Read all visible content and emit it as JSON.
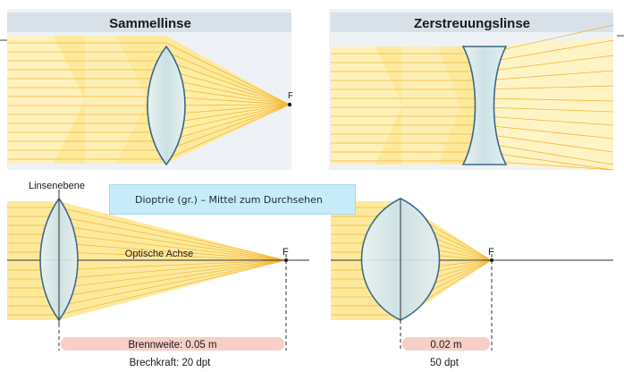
{
  "panels": {
    "converging": {
      "title": "Sammellinse",
      "focus_label": "F"
    },
    "diverging": {
      "title": "Zerstreuungslinse"
    },
    "lens_plane": {
      "label": "Linsenebene",
      "axis_label": "Optische Achse",
      "focus_label": "F",
      "focal_length": "Brennweite: 0.05 m",
      "power": "Brechkraft: 20 dpt"
    },
    "thick_lens": {
      "focus_label": "F",
      "focal_length": "0.02 m",
      "power": "50 dpt"
    }
  },
  "tooltip": {
    "text": "Dioptrie (gr.) – Mittel zum Durchsehen"
  },
  "colors": {
    "beam": "#fde99c",
    "ray": "#f2b73b",
    "lens": "#cfe5ee",
    "lens_stroke": "#2c5d86",
    "header": "#d8e0e8",
    "panel_bg": "#eef2f6",
    "label_bar": "#f7cfc8"
  }
}
